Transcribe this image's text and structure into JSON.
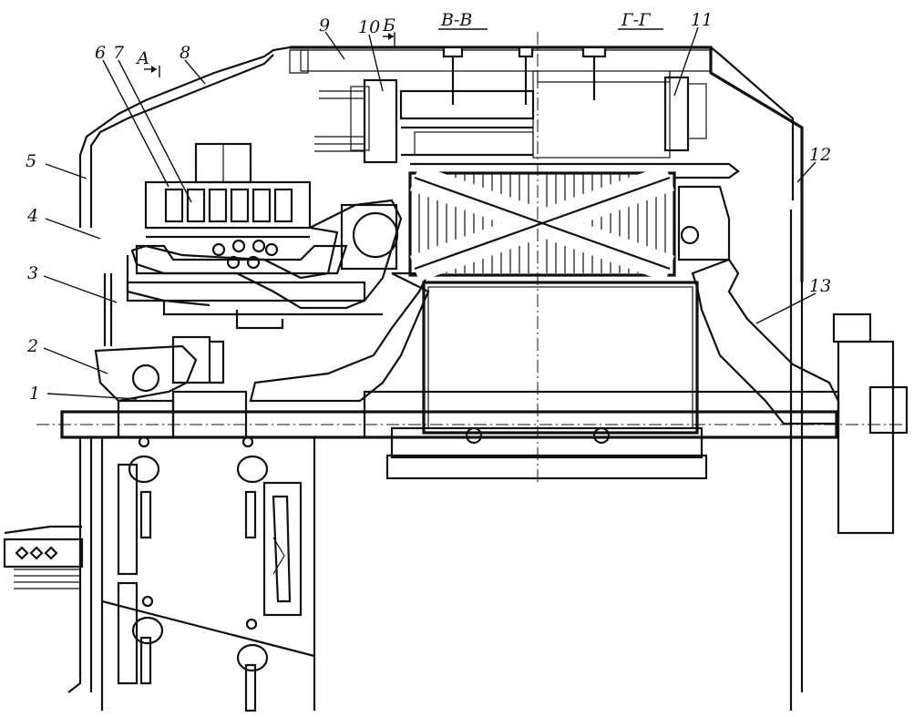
{
  "drawing": {
    "part_numbers": [
      "1",
      "2",
      "3",
      "4",
      "5",
      "6",
      "7",
      "8",
      "9",
      "10",
      "11",
      "12",
      "13"
    ],
    "section_marks": {
      "a": "А",
      "b": "Б",
      "vv": "В-В",
      "gg": "Г-Г"
    }
  }
}
